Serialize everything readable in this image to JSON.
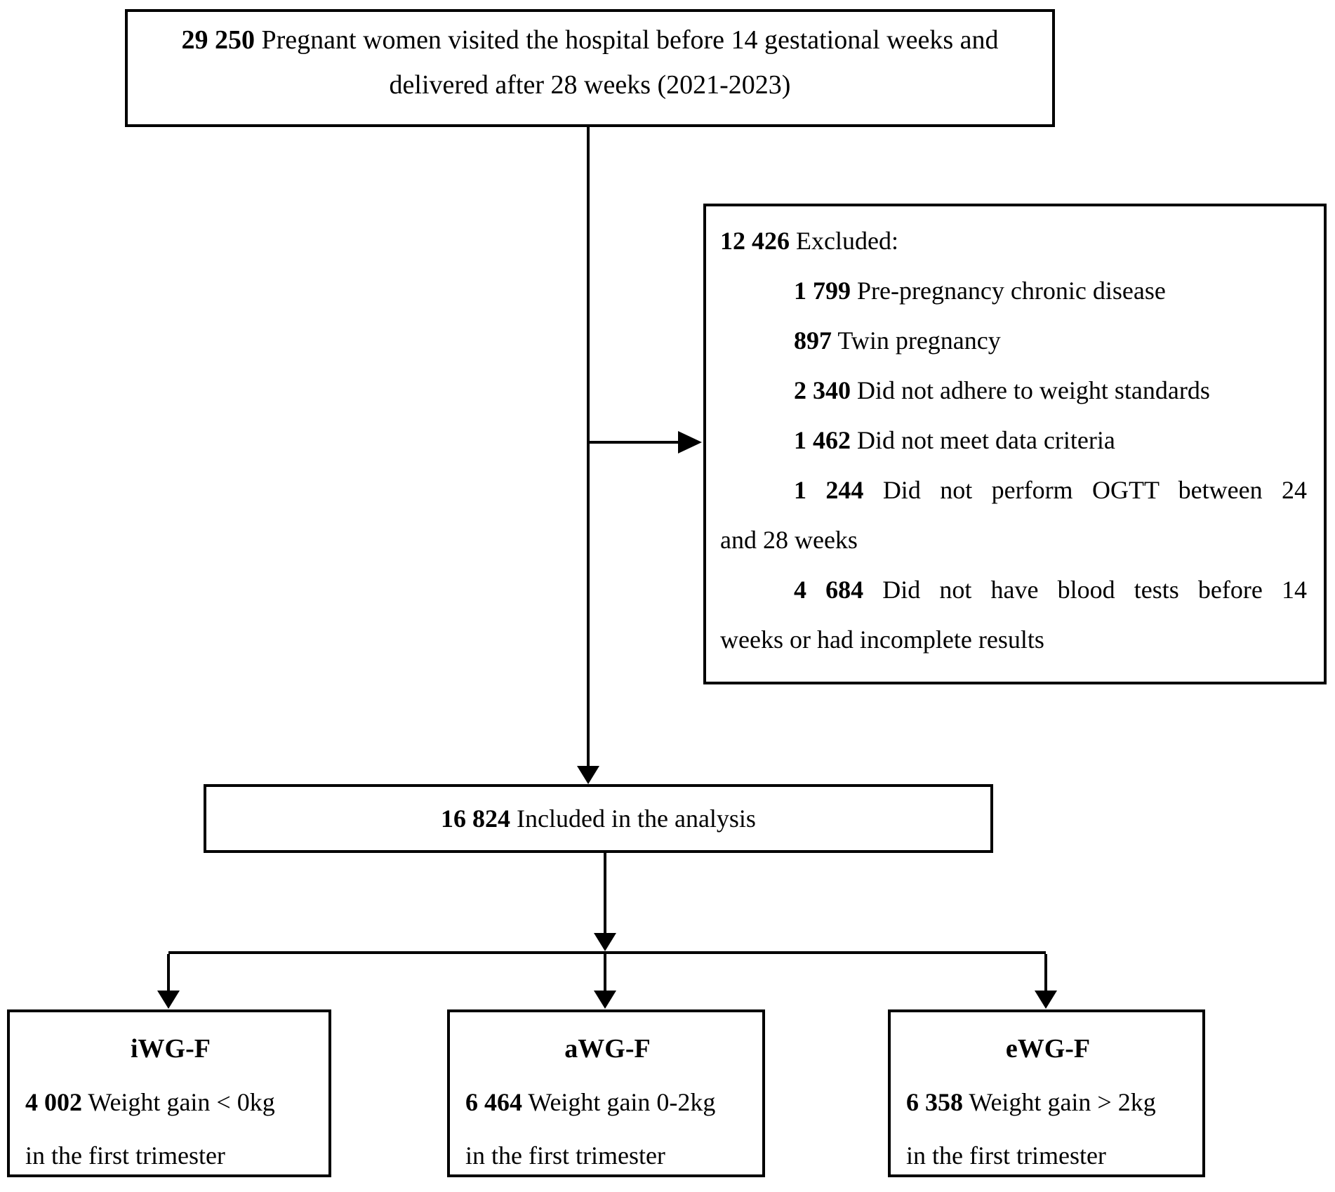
{
  "style": {
    "background_color": "#ffffff",
    "line_color": "#000000",
    "text_color": "#000000"
  },
  "top_box": {
    "number": "29 250",
    "line1_rest": "Pregnant women visited the hospital before 14 gestational weeks and",
    "line2": "delivered after 28 weeks (2021-2023)"
  },
  "excluded_box": {
    "header": {
      "number": "12 426",
      "text": "Excluded:"
    },
    "items": [
      {
        "number": "1 799",
        "text": "Pre-pregnancy chronic disease"
      },
      {
        "number": "897",
        "text": "Twin pregnancy"
      },
      {
        "number": "2 340",
        "text": "Did not adhere to weight standards"
      },
      {
        "number": "1 462",
        "text": "Did not meet data criteria"
      },
      {
        "number": "1 244",
        "text": "Did not perform OGTT between 24"
      },
      {
        "number": "",
        "text": "and 28 weeks"
      },
      {
        "number": "4 684",
        "text": "Did not have blood tests before 14"
      },
      {
        "number": "",
        "text": "weeks or had incomplete results"
      }
    ]
  },
  "included_box": {
    "number": "16 824",
    "text": "Included in the analysis"
  },
  "groups": [
    {
      "title": "iWG-F",
      "number": "4 002",
      "line1_rest": "Weight gain < 0kg",
      "line2": "in the first trimester"
    },
    {
      "title": "aWG-F",
      "number": "6 464",
      "line1_rest": "Weight gain 0-2kg",
      "line2": "in the first trimester"
    },
    {
      "title": "eWG-F",
      "number": "6 358",
      "line1_rest": "Weight gain > 2kg",
      "line2": "in the first trimester"
    }
  ]
}
